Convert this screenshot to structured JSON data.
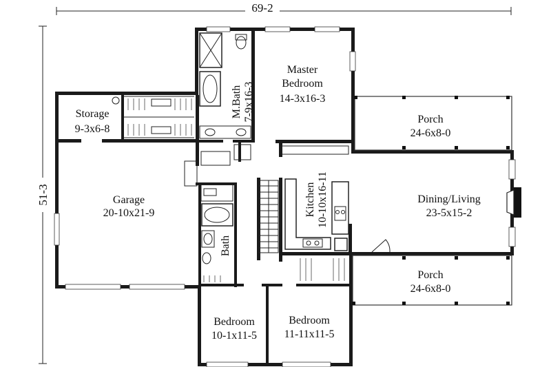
{
  "dimensions": {
    "overall_width": "69-2",
    "overall_depth": "51-3"
  },
  "rooms": {
    "storage": {
      "name": "Storage",
      "size": "9-3x6-8"
    },
    "garage": {
      "name": "Garage",
      "size": "20-10x21-9"
    },
    "master_bath": {
      "name": "M.Bath",
      "size": "7-9x16-3"
    },
    "master_bedroom": {
      "name_line1": "Master",
      "name_line2": "Bedroom",
      "size": "14-3x16-3"
    },
    "porch_top": {
      "name": "Porch",
      "size": "24-6x8-0"
    },
    "kitchen": {
      "name": "Kitchen",
      "size": "10-10x16-11"
    },
    "dining_living": {
      "name": "Dining/Living",
      "size": "23-5x15-2"
    },
    "bath": {
      "name": "Bath"
    },
    "porch_bottom": {
      "name": "Porch",
      "size": "24-6x8-0"
    },
    "bedroom_left": {
      "name": "Bedroom",
      "size": "10-1x11-5"
    },
    "bedroom_right": {
      "name": "Bedroom",
      "size": "11-11x11-5"
    }
  }
}
